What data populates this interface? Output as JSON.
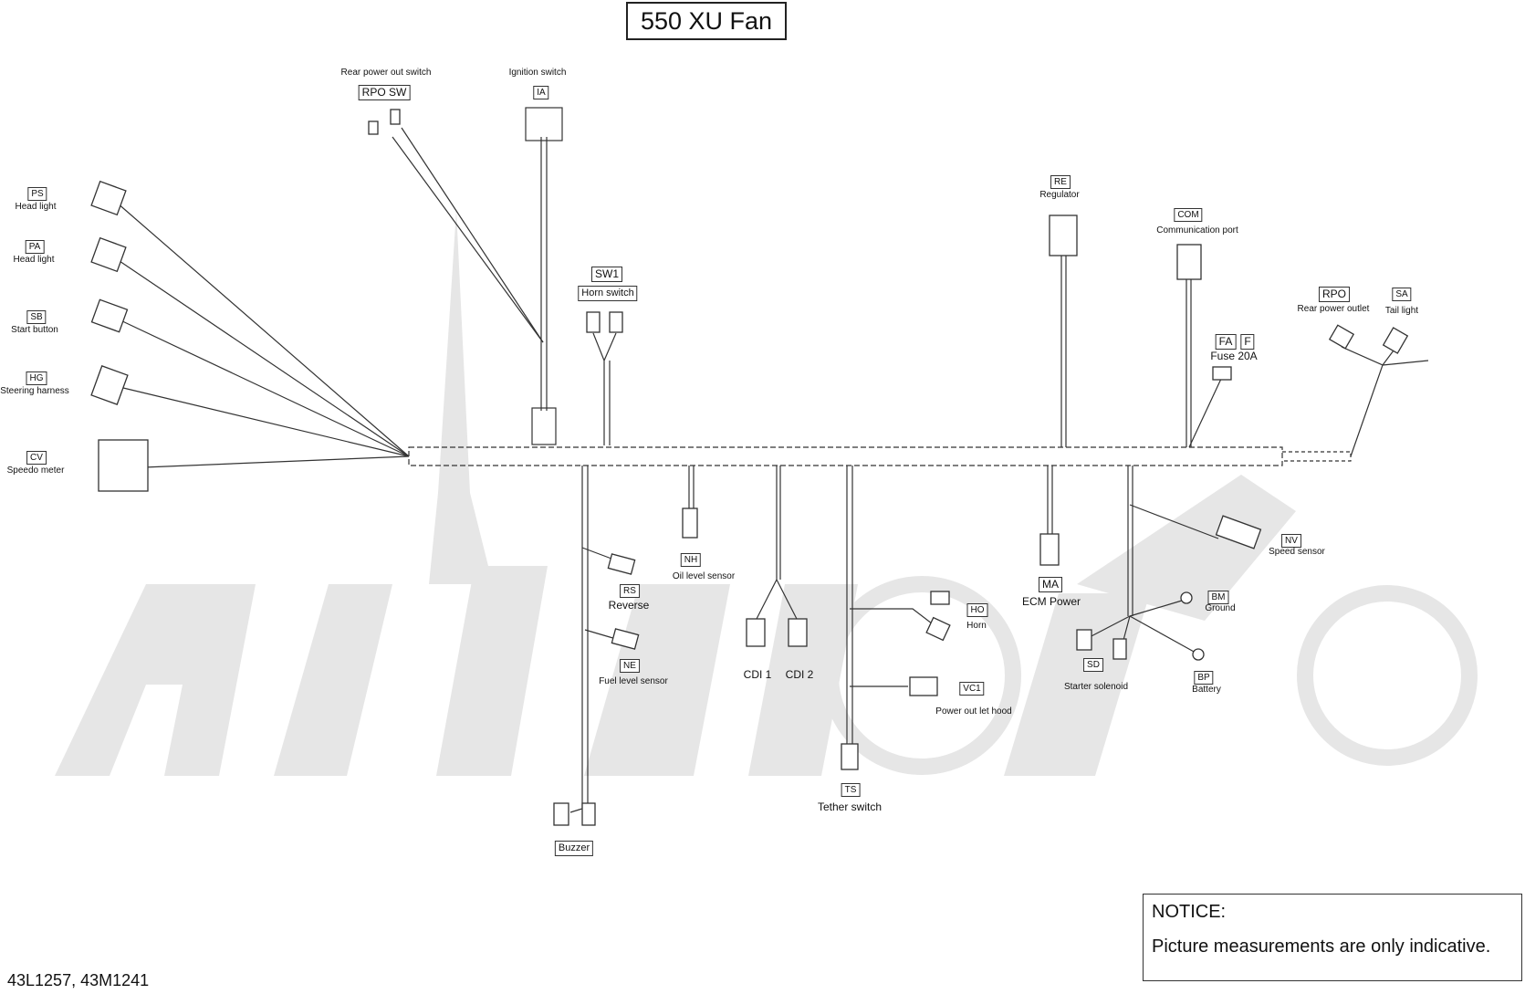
{
  "title": "550 XU Fan",
  "components": {
    "rpo_sw": {
      "name": "Rear power out switch",
      "code": "RPO SW"
    },
    "ignition": {
      "name": "Ignition switch",
      "code": "IA"
    },
    "head_light_ps": {
      "name": "Head light",
      "code": "PS"
    },
    "head_light_pa": {
      "name": "Head light",
      "code": "PA"
    },
    "start_button": {
      "name": "Start button",
      "code": "SB"
    },
    "steering_harness": {
      "name": "Steering harness",
      "code": "HG"
    },
    "speedo_meter": {
      "name": "Speedo meter",
      "code": "CV"
    },
    "horn_switch": {
      "name": "Horn switch",
      "code": "SW1"
    },
    "regulator": {
      "name": "Regulator",
      "code": "RE"
    },
    "communication_port": {
      "name": "Communication port",
      "code": "COM"
    },
    "rear_power_outlet": {
      "name": "Rear power outlet",
      "code": "RPO"
    },
    "tail_light": {
      "name": "Tail light",
      "code": "SA"
    },
    "fuse": {
      "name": "Fuse 20A",
      "code_a": "FA",
      "code_b": "F"
    },
    "oil_level_sensor": {
      "name": "Oil level sensor",
      "code": "NH"
    },
    "reverse": {
      "name": "Reverse",
      "code": "RS"
    },
    "fuel_level_sensor": {
      "name": "Fuel level sensor",
      "code": "NE"
    },
    "cdi1": {
      "name": "CDI 1"
    },
    "cdi2": {
      "name": "CDI 2"
    },
    "horn": {
      "name": "Horn",
      "code": "HO"
    },
    "power_outlet_hood": {
      "name": "Power out let hood",
      "code": "VC1"
    },
    "tether_switch": {
      "name": "Tether switch",
      "code": "TS"
    },
    "buzzer": {
      "name": "Buzzer"
    },
    "ecm_power": {
      "name": "ECM Power",
      "code": "MA"
    },
    "speed_sensor": {
      "name": "Speed sensor",
      "code": "NV"
    },
    "ground": {
      "name": "Ground",
      "code": "BM"
    },
    "starter_solenoid": {
      "name": "Starter solenoid",
      "code": "SD"
    },
    "battery": {
      "name": "Battery",
      "code": "BP"
    }
  },
  "notice": {
    "title": "NOTICE:",
    "text": "Picture measurements are only indicative."
  },
  "part_numbers": "43L1257, 43M1241",
  "colors": {
    "line": "#333333",
    "watermark": "#e6e6e6"
  }
}
